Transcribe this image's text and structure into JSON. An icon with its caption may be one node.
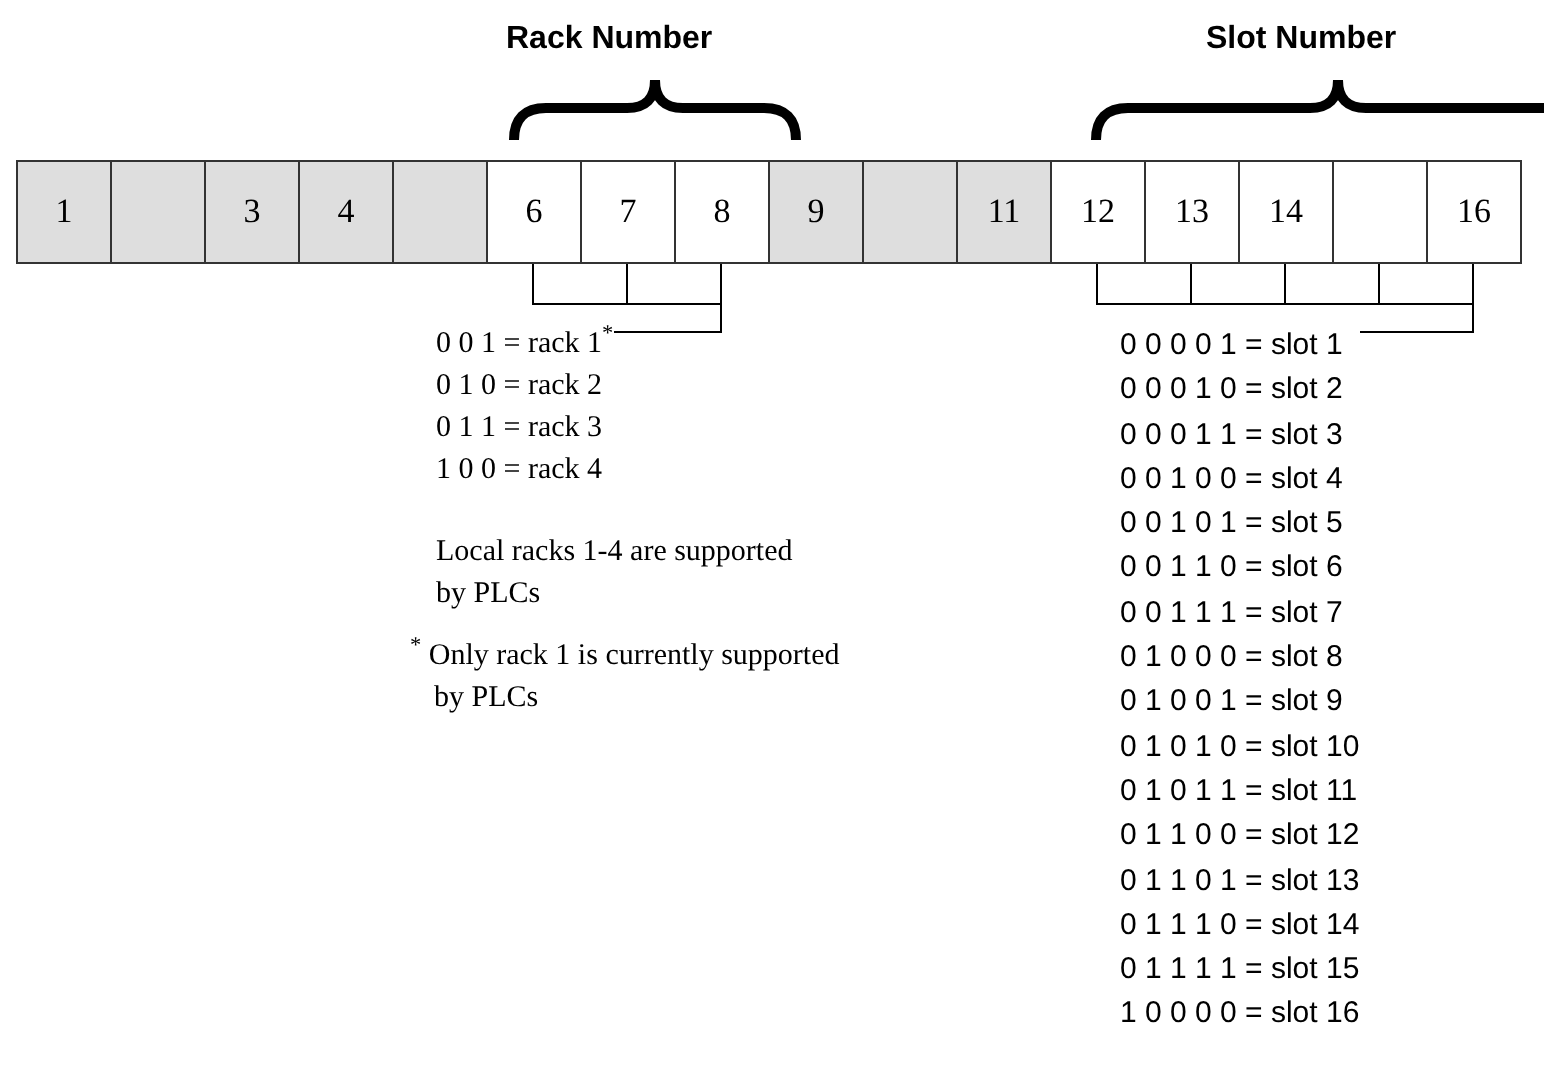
{
  "diagram": {
    "nodes": [
      {
        "text": [
          "1"
        ]
      },
      {
        "text": [],
        "shape": "box"
      },
      {
        "text": [
          "3"
        ]
      },
      {
        "text": [
          "4"
        ]
      },
      {
        "text": [],
        "shape": "box"
      },
      {
        "text": [
          "6"
        ]
      },
      {
        "text": [
          "7"
        ]
      },
      {
        "text": [
          "8"
        ]
      },
      {
        "text": [
          "9"
        ]
      },
      {
        "text": [],
        "shape": "box"
      },
      {
        "text": [
          "11"
        ]
      },
      {
        "text": [
          "12"
        ]
      },
      {
        "text": [
          "13"
        ]
      },
      {
        "text": [
          "14"
        ]
      },
      {
        "text": [],
        "shape": "box"
      },
      {
        "text": [
          "16"
        ]
      },
      {
        "text": [
          "0 0 1 = rack 1$^{*}$",
          "0 1 0 = rack 2",
          "0 1 1 = rack 3",
          "1 0 0 = rack 4"
        ]
      },
      {
        "text": [
          "0 0 0 0 1 = slot 1",
          "0 0 0 1 0 = slot 2",
          "0 0 0 1 1 = slot 3",
          "0 0 1 0 0 = slot 4",
          "0 0 1 0 1 = slot 5",
          "0 0 1 1 0 = slot 6",
          "0 0 1 1 1 = slot 7",
          "0 1 0 0 0 = slot 8",
          "0 1 0 0 1 = slot 9",
          "0 1 0 1 0 = slot 10",
          "0 1 0 1 1 = slot 11",
          "0 1 1 0 0 = slot 12",
          "0 1 1 0 1 = slot 13",
          "0 1 1 1 0 = slot 14",
          "0 1 1 1 1 = slot 15",
          "1 0 0 0 0 = slot 16"
        ]
      }
    ],
    "edges": [
      {
        "from": 5,
        "to": 16,
        "arrow": "none"
      },
      {
        "from": 6,
        "to": 16,
        "arrow": "none"
      },
      {
        "from": 7,
        "to": 16,
        "arrow": "none"
      },
      {
        "from": 11,
        "to": 17,
        "arrow": "none"
      },
      {
        "from": 12,
        "to": 17,
        "arrow": "none"
      },
      {
        "from": 13,
        "to": 17,
        "arrow": "none"
      },
      {
        "from": 14,
        "to": 17,
        "arrow": "none"
      },
      {
        "from": 15,
        "to": 17,
        "arrow": "none"
      }
    ],
    "labels": [
      "Rack Number",
      "Slot Number",
      "Local racks 1-4 are supported by PLCs",
      "$^{*}$ Only rack 1 is currently supported by PLCs"
    ]
  }
}
